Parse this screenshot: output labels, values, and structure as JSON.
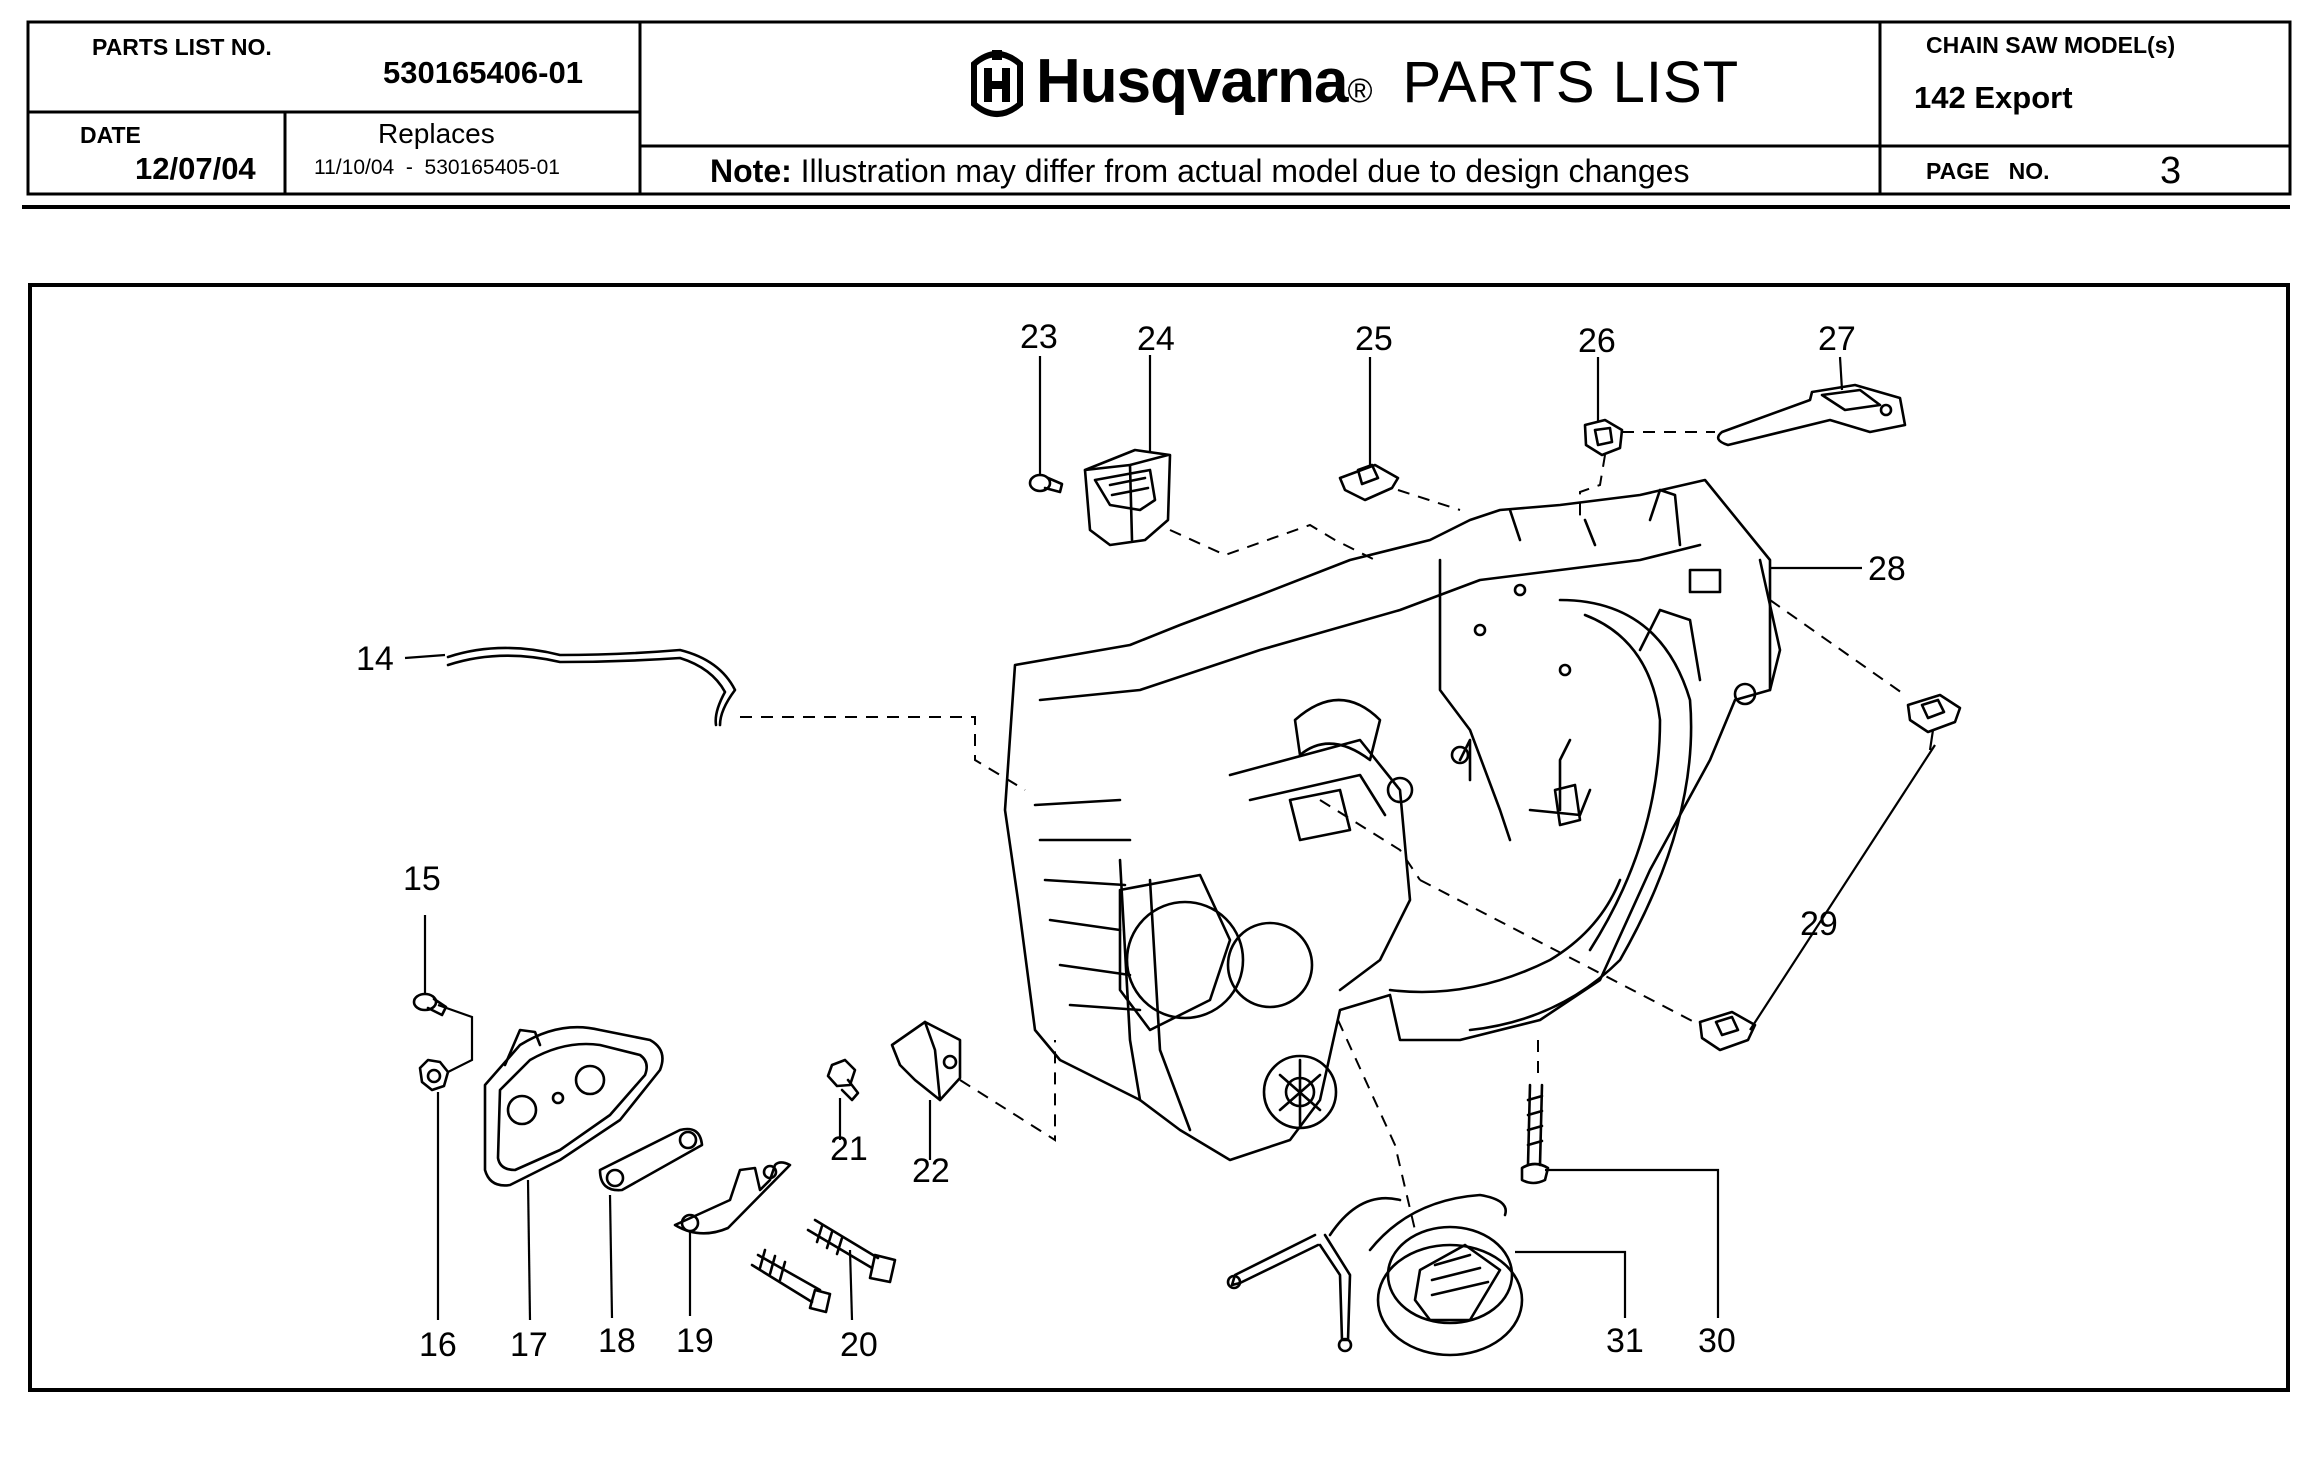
{
  "header": {
    "parts_list_no_label": "PARTS LIST NO.",
    "parts_list_no": "530165406-01",
    "date_label": "DATE",
    "date": "12/07/04",
    "replaces_label": "Replaces",
    "replaces": "11/10/04  -  530165405-01",
    "brand": "Husqvarna",
    "registered": "®",
    "title": "PARTS LIST",
    "note_label": "Note:",
    "note_text": " Illustration may differ from actual model due to design changes",
    "model_label": "CHAIN SAW MODEL(s)",
    "model": "142 Export",
    "page_label": "PAGE   NO.",
    "page_no": "3"
  },
  "diagram": {
    "callouts": [
      "14",
      "15",
      "16",
      "17",
      "18",
      "19",
      "20",
      "21",
      "22",
      "23",
      "24",
      "25",
      "26",
      "27",
      "28",
      "29",
      "30",
      "31"
    ]
  },
  "colors": {
    "ink": "#000000",
    "paper": "#ffffff"
  }
}
